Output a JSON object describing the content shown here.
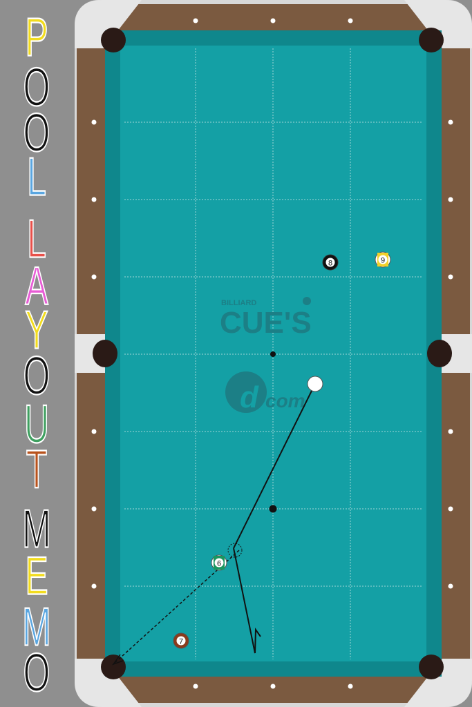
{
  "app": {
    "title_letters": [
      {
        "char": "P",
        "color": "#f2dc1e"
      },
      {
        "char": "O",
        "color": "#111111"
      },
      {
        "char": "O",
        "color": "#111111"
      },
      {
        "char": "L",
        "color": "#5aa6e0"
      },
      {
        "char": "L",
        "color": "#e8504a"
      },
      {
        "char": "A",
        "color": "#e85cd6"
      },
      {
        "char": "Y",
        "color": "#f2dc1e"
      },
      {
        "char": "O",
        "color": "#111111"
      },
      {
        "char": "U",
        "color": "#3fa060"
      },
      {
        "char": "T",
        "color": "#b8521c"
      },
      {
        "char": "M",
        "color": "#111111"
      },
      {
        "char": "E",
        "color": "#f2dc1e"
      },
      {
        "char": "M",
        "color": "#5aa6e0"
      },
      {
        "char": "O",
        "color": "#111111"
      }
    ]
  },
  "watermark": {
    "small_text": "BILLIARD",
    "big_text": "CUE'S",
    "logo_text": "com",
    "logo_letter": "d"
  },
  "colors": {
    "felt": "#14a0a5",
    "rail_wood": "#7b5a40",
    "pocket_bg": "#e6e6e6",
    "pocket": "#2a1a16",
    "grid": "#9fd6d8",
    "watermark": "#1c7f86"
  },
  "balls": [
    {
      "number": "8",
      "color": "#111111",
      "stripe": false
    },
    {
      "number": "9",
      "color": "#f2d12a",
      "stripe": true
    },
    {
      "number": "6",
      "color": "#1a9660",
      "stripe": true
    },
    {
      "number": "7",
      "color": "#8a3b1c",
      "stripe": false
    }
  ],
  "cue_ball": {
    "label": ""
  }
}
